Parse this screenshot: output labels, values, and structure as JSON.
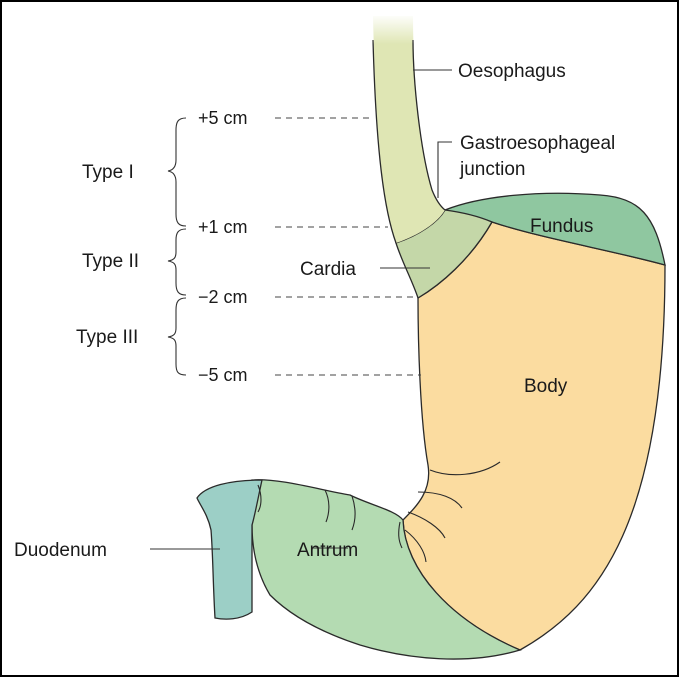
{
  "regions": {
    "oesophagus": "Oesophagus",
    "gej": [
      "Gastroesophageal",
      "junction"
    ],
    "fundus": "Fundus",
    "cardia": "Cardia",
    "body": "Body",
    "antrum": "Antrum",
    "duodenum": "Duodenum"
  },
  "levels": [
    "+5 cm",
    "+1 cm",
    "−2 cm",
    "−5 cm"
  ],
  "types": [
    "Type I",
    "Type II",
    "Type III"
  ],
  "colors": {
    "oesophagus": "#dfe6b4",
    "cardia": "#c4d7a8",
    "fundus": "#8fc7a0",
    "body": "#fbdca0",
    "antrum": "#b4dbb2",
    "duodenum": "#9ccfc6",
    "border": "#000000"
  }
}
